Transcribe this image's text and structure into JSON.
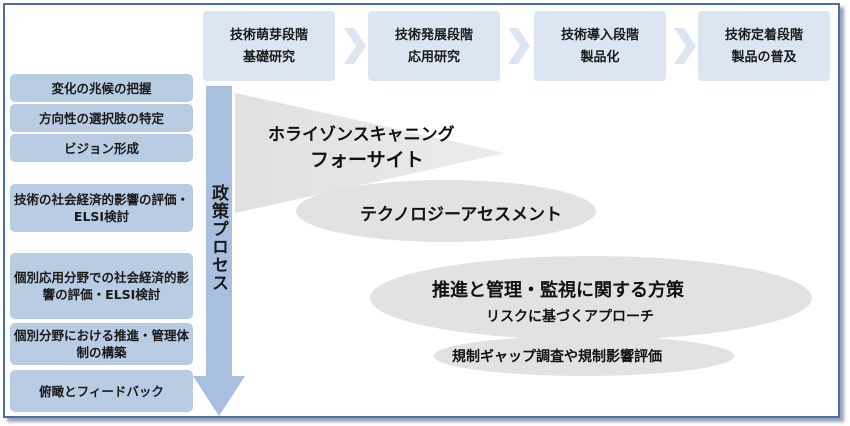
{
  "stages": [
    {
      "line1": "技術萌芽段階",
      "line2": "基礎研究"
    },
    {
      "line1": "技術発展段階",
      "line2": "応用研究"
    },
    {
      "line1": "技術導入段階",
      "line2": "製品化"
    },
    {
      "line1": "技術定着段階",
      "line2": "製品の普及"
    }
  ],
  "left_items": [
    "変化の兆候の把握",
    "方向性の選択肢の特定",
    "ビジョン形成",
    "技術の社会経済的影響の評価・ELSI検討",
    "個別応用分野での社会経済的影響の評価・ELSI検討",
    "個別分野における推進・管理体制の構築",
    "俯瞰とフィードバック"
  ],
  "policy_label": "政策プロセス",
  "methods": {
    "horizon": "ホライゾンスキャニング",
    "foresight": "フォーサイト",
    "ta": "テクノロジーアセスメント",
    "measures": "推進と管理・監視に関する方策",
    "risk": "リスクに基づくアプローチ",
    "gap": "規制ギャップ調査や規制影響評価"
  },
  "colors": {
    "frame": "#4a6fa5",
    "stage_bg": "#dce6f2",
    "left_bg": "#b8cce4",
    "arrow": "#a9bfdf",
    "ellipse": "#e2e2e2"
  }
}
